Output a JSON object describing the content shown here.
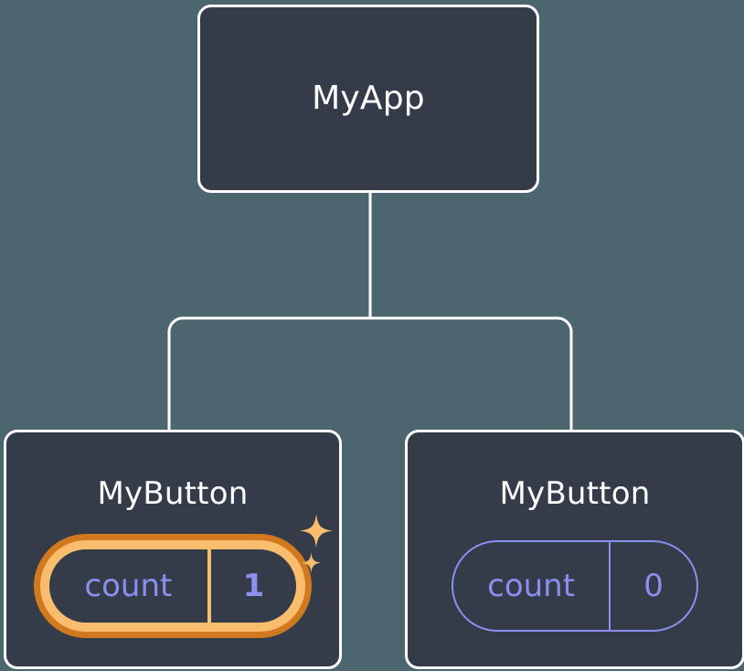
{
  "diagram": {
    "title": "React component tree with state update highlight",
    "type": "component-tree",
    "background_color": "#4c6670",
    "node_fill_color": "#343b49",
    "node_border_color": "#ffffff",
    "connector_color": "#ffffff",
    "accent_highlight_color": "#f9bd6d",
    "accent_highlight_ring_color": "#d1791f",
    "state_text_color": "#8a8ff0"
  },
  "root": {
    "label": "MyApp"
  },
  "children": [
    {
      "label": "MyButton",
      "state": {
        "key": "count",
        "value": "1"
      },
      "highlighted": true,
      "sparkle_count": 2
    },
    {
      "label": "MyButton",
      "state": {
        "key": "count",
        "value": "0"
      },
      "highlighted": false,
      "sparkle_count": 0
    }
  ]
}
